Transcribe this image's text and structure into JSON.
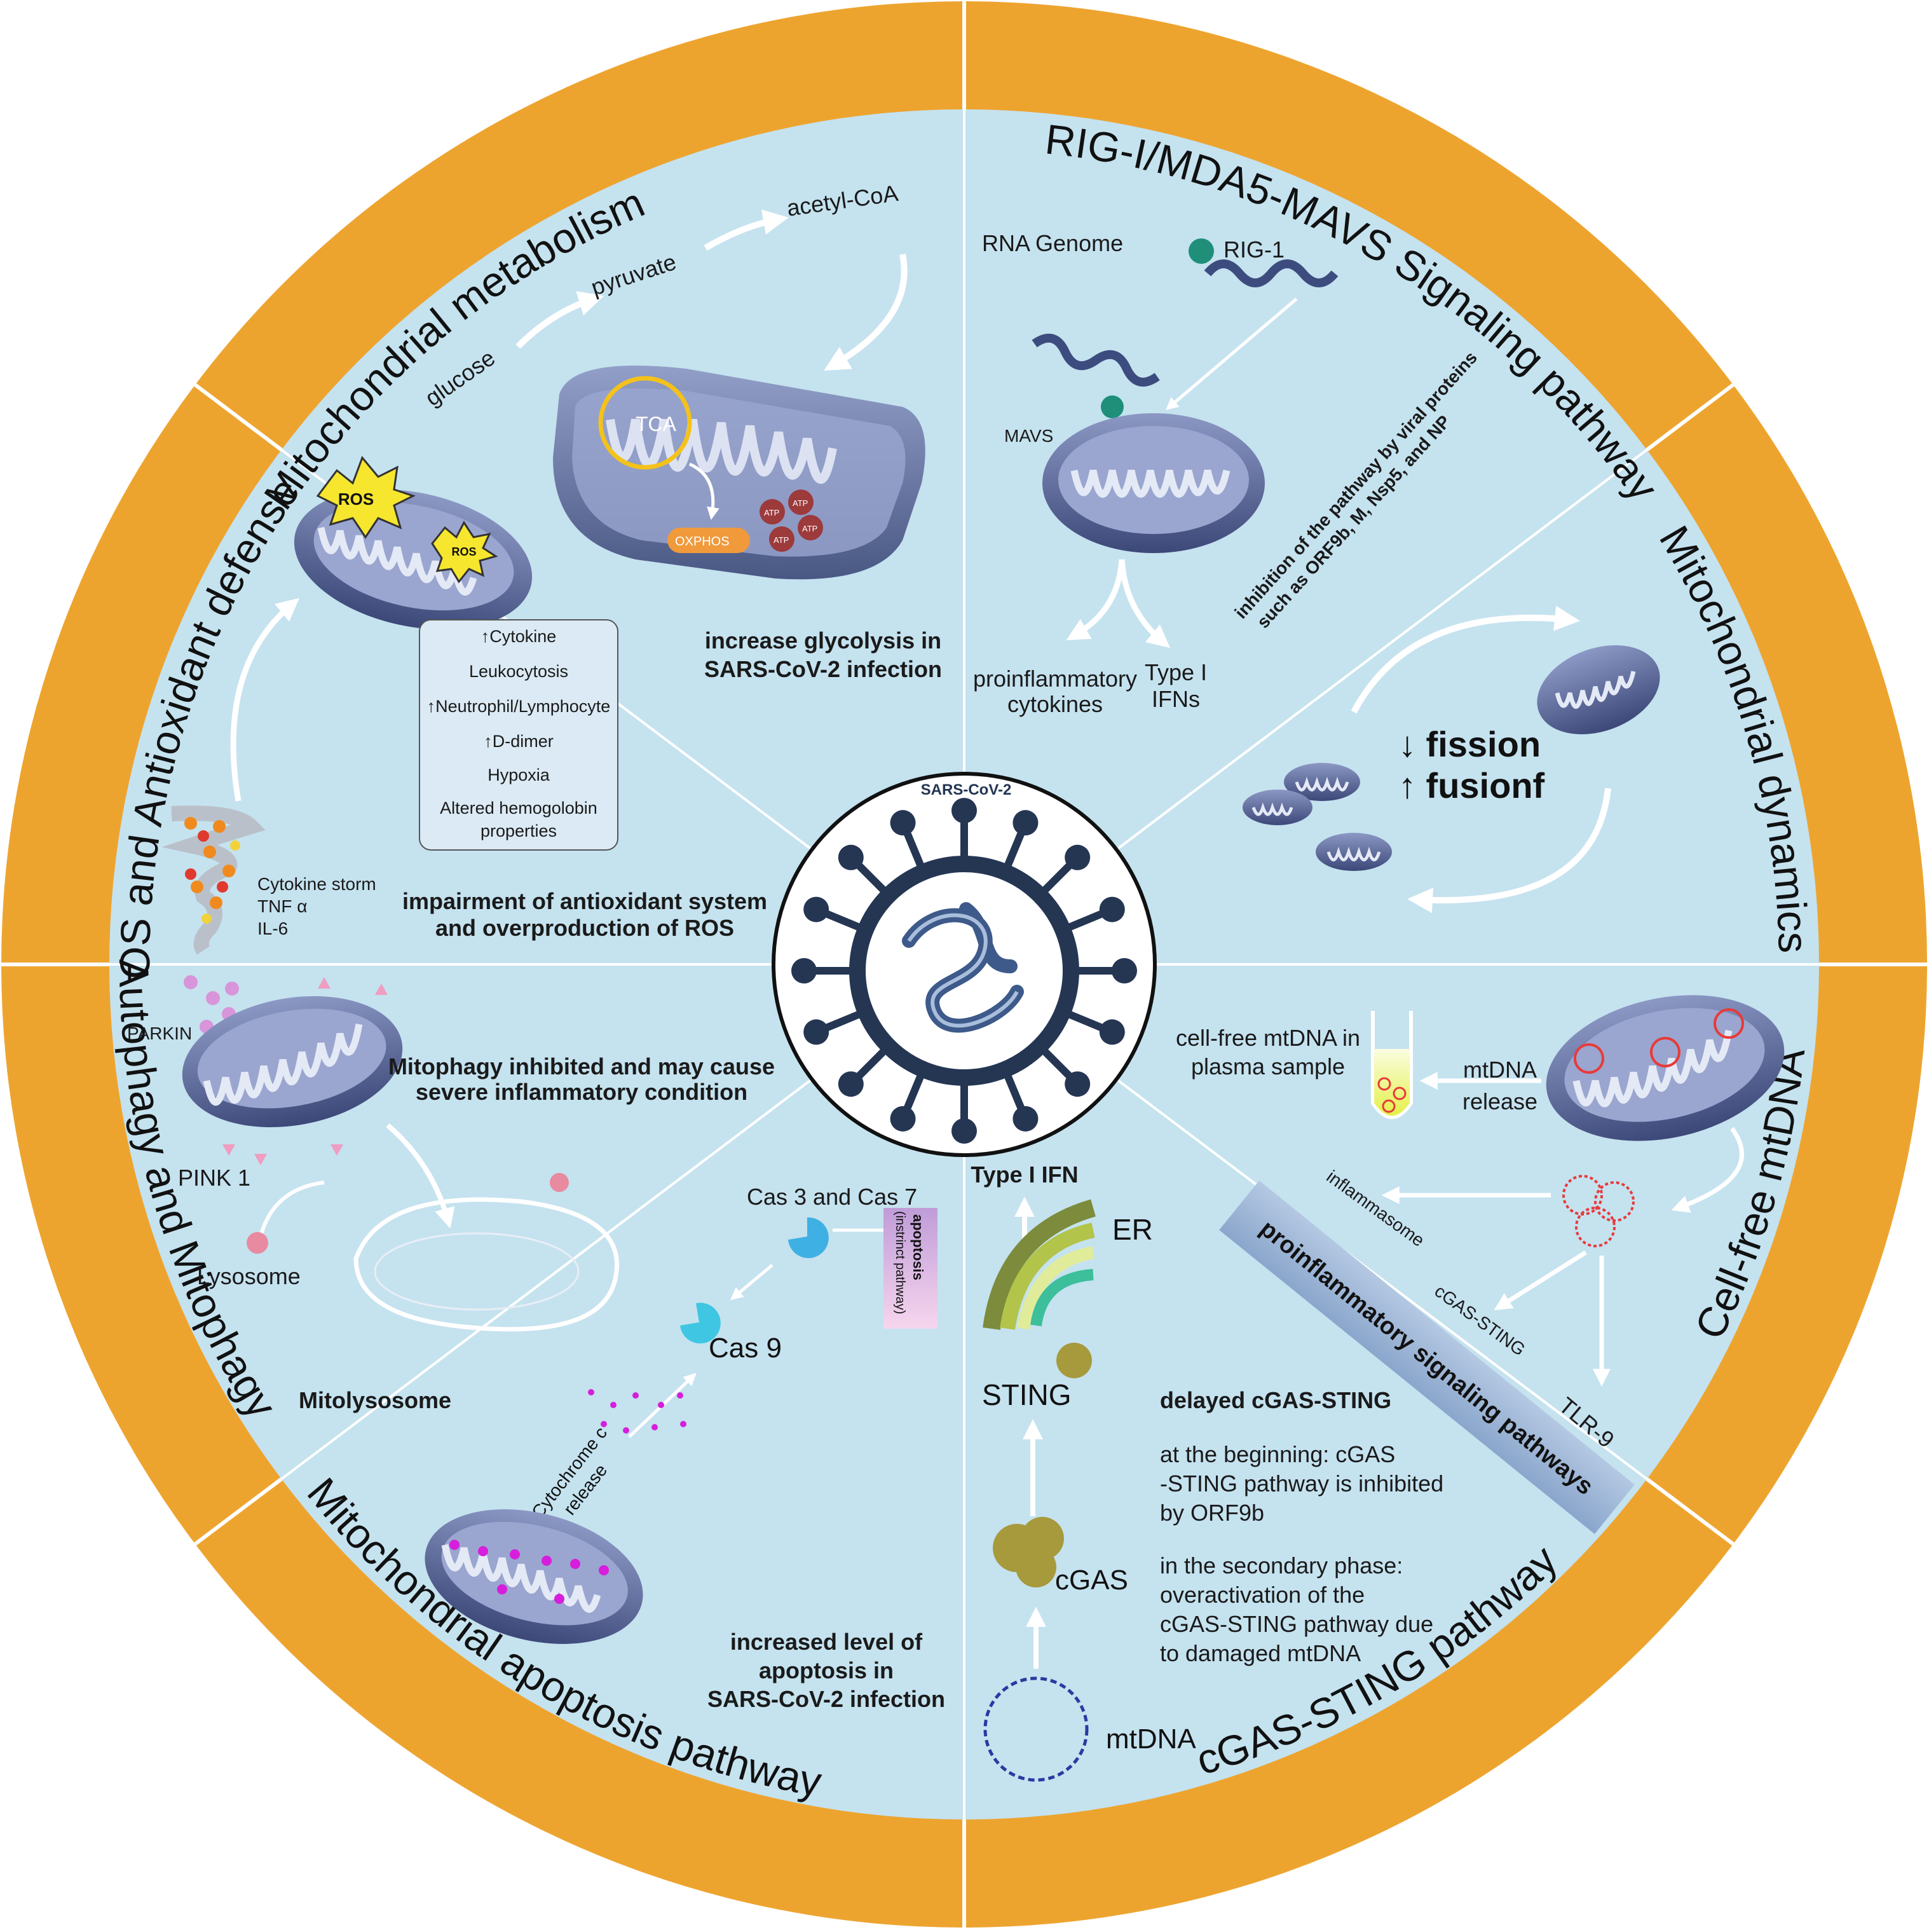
{
  "colors": {
    "ring": "#eda42f",
    "panel": "#c5e2ef",
    "mito_outer": "#6a78a9",
    "mito_inner": "#3c4878",
    "crista": "#e4e9f6",
    "virus": "#253653"
  },
  "sectors": {
    "metabolism": "Mitochondrial metabolism",
    "rig": "RIG-I/MDA5-MAVS Signaling pathway",
    "dynamics": "Mitochondrial dynamics",
    "cellfree": "Cell-free mtDNA",
    "cgas": "cGAS-STING pathway",
    "apoptosis": "Mitochondrial apoptosis pathway",
    "autophagy": "Autophagy and Mitophagy",
    "ros": "ROS and Antioxidant defense"
  },
  "center": {
    "label": "SARS-CoV-2"
  },
  "metabolism": {
    "glucose": "glucose",
    "pyruvate": "pyruvate",
    "acetyl": "acetyl-CoA",
    "tca": "TCA",
    "oxphos": "OXPHOS",
    "atp": "ATP",
    "caption1": "increase glycolysis in",
    "caption2": "SARS-CoV-2 infection"
  },
  "rig": {
    "rna": "RNA Genome",
    "rig1": "RIG-1",
    "mavs": "MAVS",
    "inhib1": "inhibition of the pathway by viral proteins",
    "inhib2": "such as ORF9b, M, Nsp5, and NP",
    "pro1": "proinflammatory",
    "pro2": "cytokines",
    "ifn1": "Type I",
    "ifn2": "IFNs"
  },
  "dynamics": {
    "fission": "↓ fission",
    "fusion": "↑ fusionf"
  },
  "cellfree": {
    "cf1": "cell-free mtDNA in",
    "cf2": "plasma sample",
    "rel1": "mtDNA",
    "rel2": "release",
    "inflammasome": "inflammasome",
    "cgas_sting": "cGAS-STING",
    "tlr9": "TLR-9",
    "box": "proinflammatory signaling pathways"
  },
  "cgas": {
    "type1": "Type I IFN",
    "er": "ER",
    "sting": "STING",
    "cgas": "cGAS",
    "mtdna": "mtDNA",
    "delayed": "delayed cGAS-STING",
    "p1a": "at the beginning: cGAS",
    "p1b": "-STING pathway is inhibited",
    "p1c": "by ORF9b",
    "p2a": "in the secondary phase:",
    "p2b": "overactivation of the",
    "p2c": "cGAS-STING pathway due",
    "p2d": "to damaged mtDNA"
  },
  "apoptosis": {
    "cas37": "Cas 3 and Cas 7",
    "cas9": "Cas 9",
    "apo1": "apoptosis",
    "apo2": "(instrinct pathway)",
    "cyto1": "Cytochrome c",
    "cyto2": "release",
    "cap1": "increased level of",
    "cap2": "apoptosis in",
    "cap3": "SARS-CoV-2 infection"
  },
  "autophagy": {
    "parkin": "PARKIN",
    "pink": "PINK 1",
    "lysosome": "Lysosome",
    "mitolyso": "Mitolysosome",
    "cap1": "Mitophagy inhibited and may cause",
    "cap2": "severe inflammatory condition"
  },
  "ros": {
    "ros": "ROS",
    "box": [
      "↑Cytokine",
      "Leukocytosis",
      "↑Neutrophil/Lymphocyte",
      "↑D-dimer",
      "Hypoxia",
      "Altered hemogolobin",
      "properties"
    ],
    "storm": "Cytokine storm",
    "tnf": "TNF α",
    "il6": "IL-6",
    "cap1": "impairment of antioxidant system",
    "cap2": "and overproduction of ROS"
  }
}
